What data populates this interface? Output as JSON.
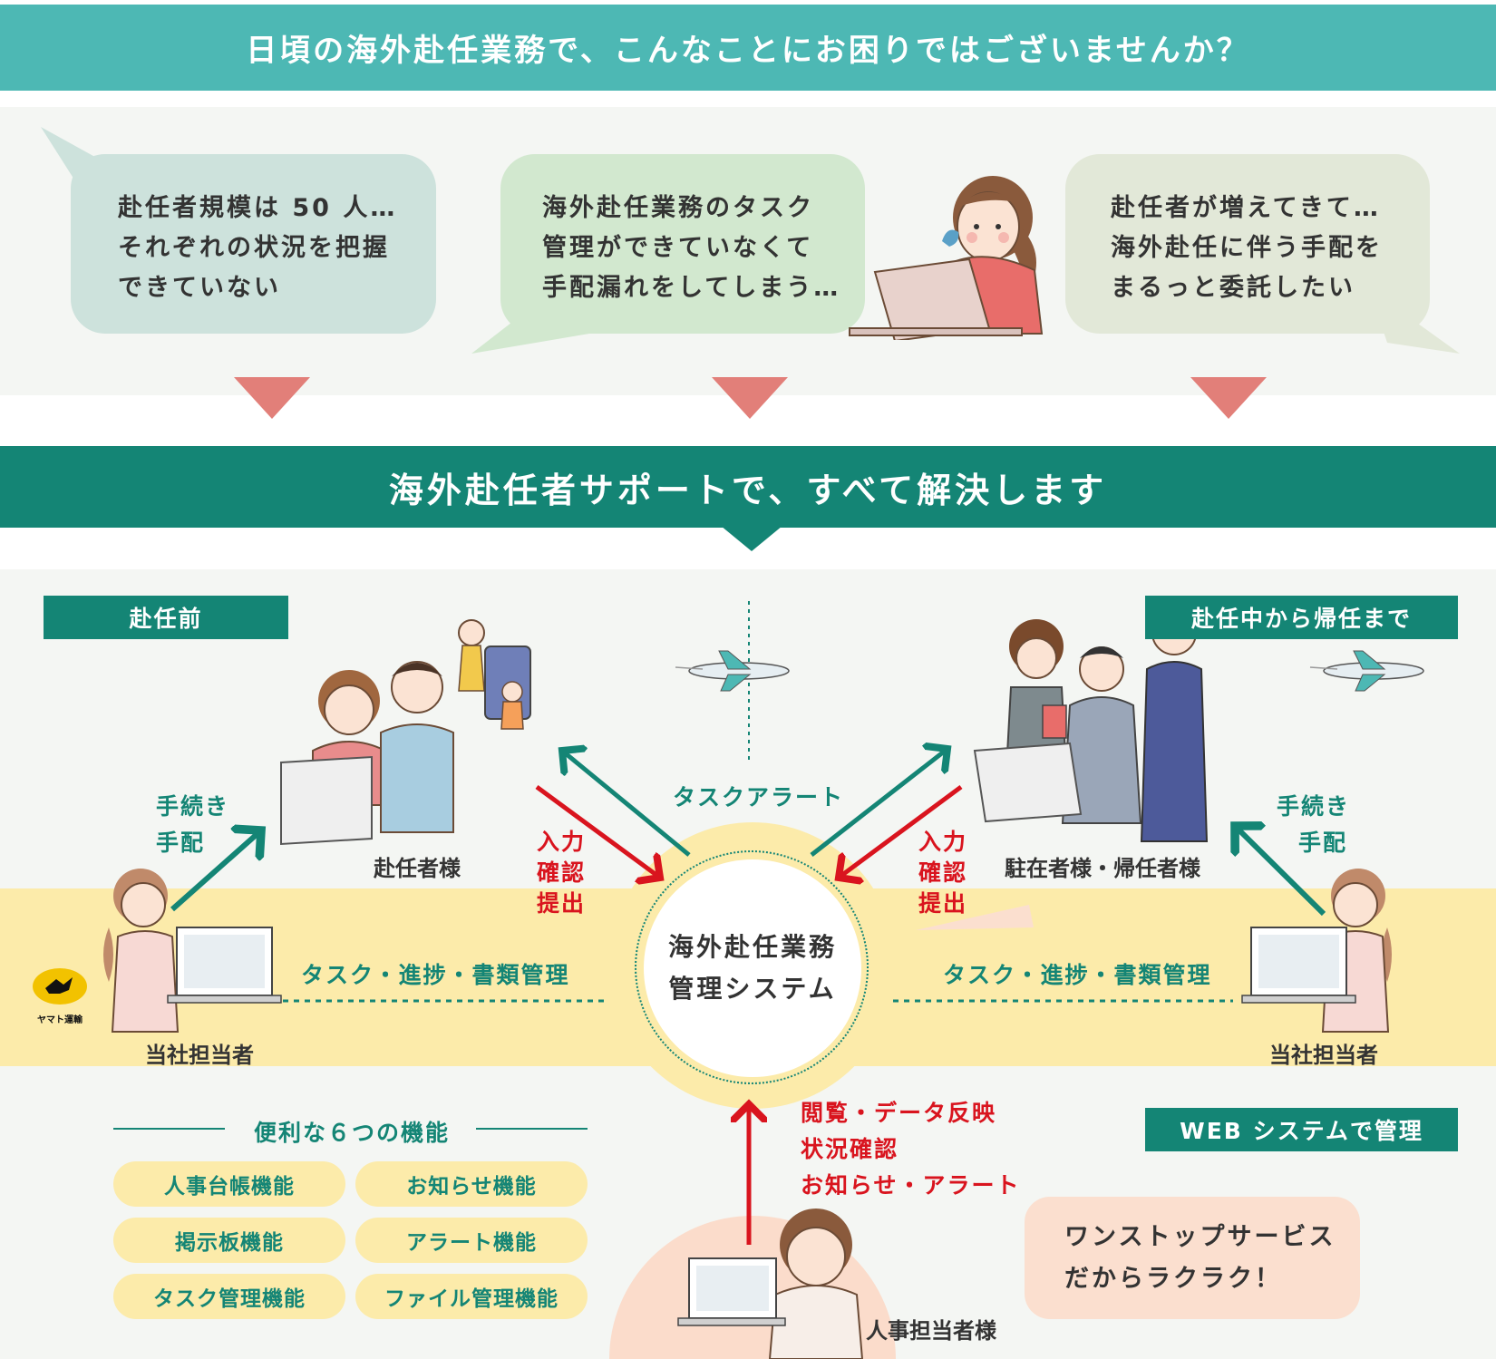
{
  "header": {
    "title": "日頃の海外赴任業務で、こんなことにお困りではございませんか？"
  },
  "problems": [
    {
      "lines": [
        "赴任者規模は 50 人…",
        "それぞれの状況を把握",
        "できていない"
      ],
      "color": "#cde2dc"
    },
    {
      "lines": [
        "海外赴任業務のタスク",
        "管理ができていなくて",
        "手配漏れをしてしまう…"
      ],
      "color": "#d2e8cf"
    },
    {
      "lines": [
        "赴任者が増えてきて…",
        "海外赴任に伴う手配を",
        "まるっと委託したい"
      ],
      "color": "#e2e8d8"
    }
  ],
  "solution": {
    "title": "海外赴任者サポートで、すべて解決します"
  },
  "phases": {
    "before": "赴任前",
    "during": "赴任中から帰任まで",
    "web": "WEB システムで管理"
  },
  "labels": {
    "left_actions": [
      "手続き",
      "手配"
    ],
    "right_actions": [
      "手続き",
      "手配"
    ],
    "assignee": "赴任者様",
    "resident": "駐在者様・帰任者様",
    "staff_left": "当社担当者",
    "staff_right": "当社担当者",
    "task_alert": "タスクアラート",
    "input_left": [
      "入力",
      "確認",
      "提出"
    ],
    "input_right": [
      "入力",
      "確認",
      "提出"
    ],
    "task_mgmt_left": "タスク・進捗・書類管理",
    "task_mgmt_right": "タスク・進捗・書類管理",
    "hr_actions": [
      "閲覧・データ反映",
      "状況確認",
      "お知らせ・アラート"
    ],
    "hr_person": "人事担当者様",
    "logo_text": "ヤマト運輸"
  },
  "system": {
    "lines": [
      "海外赴任業務",
      "管理システム"
    ]
  },
  "features": {
    "title": "便利な６つの機能",
    "items": [
      "人事台帳機能",
      "お知らせ機能",
      "掲示板機能",
      "アラート機能",
      "タスク管理機能",
      "ファイル管理機能"
    ]
  },
  "speech": {
    "lines": [
      "ワンストップサービス",
      "だからラクラク！"
    ]
  },
  "colors": {
    "teal_light": "#4db8b4",
    "teal_dark": "#148575",
    "red": "#d9141e",
    "pink_arrow": "#e27f79",
    "yellow": "#fcebaa"
  }
}
